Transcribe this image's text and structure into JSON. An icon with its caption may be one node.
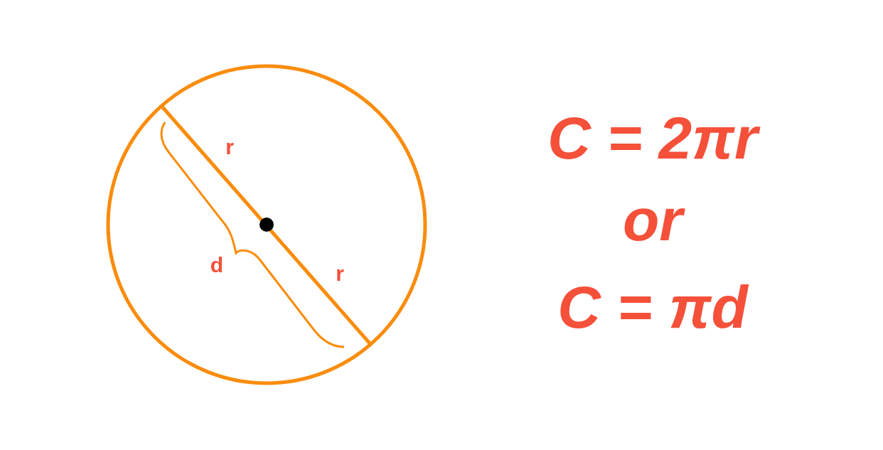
{
  "diagram": {
    "labels": [
      "r",
      "d",
      "r",
      "C = 2πr",
      "or",
      "C = πd"
    ]
  }
}
